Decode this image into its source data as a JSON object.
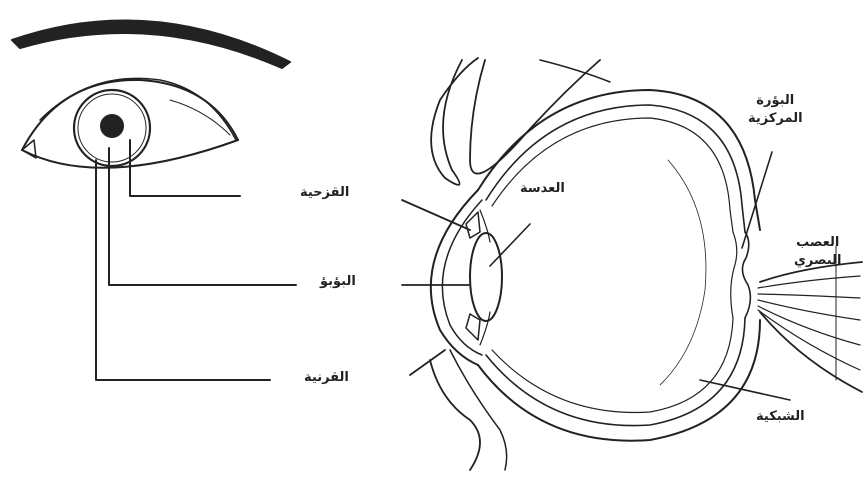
{
  "labels": {
    "iris": "القزحية",
    "pupil": "البؤبؤ",
    "cornea": "القرنية",
    "lens": "العدسة",
    "fovea_line1": "البؤرة",
    "fovea_line2": "المركزية",
    "optic_nerve_line1": "العصب",
    "optic_nerve_line2": "البصري",
    "retina": "الشبكية"
  },
  "colors": {
    "ink": "#222222",
    "background": "#ffffff"
  }
}
